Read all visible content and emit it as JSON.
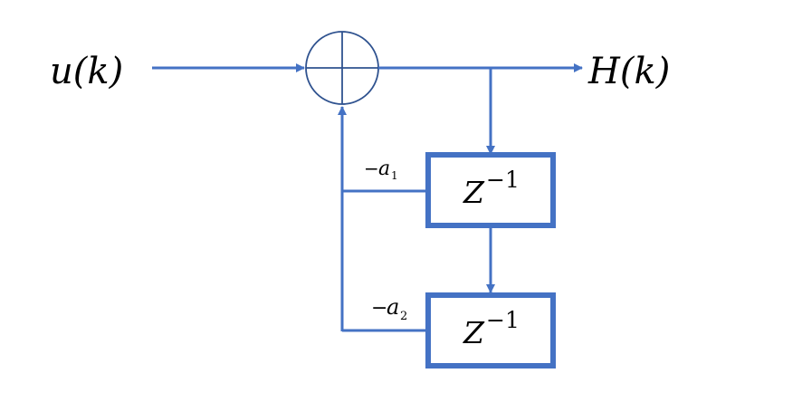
{
  "diagram": {
    "input_label": "u(k)",
    "output_label": "H(k)",
    "delay_block_1": {
      "base": "Z",
      "exponent": "−1"
    },
    "delay_block_2": {
      "base": "Z",
      "exponent": "−1"
    },
    "gain_1": {
      "sign": "−",
      "symbol": "a",
      "subscript": "1"
    },
    "gain_2": {
      "sign": "−",
      "symbol": "a",
      "subscript": "2"
    },
    "colors": {
      "line": "#4472c4",
      "text": "#000000",
      "background": "#ffffff"
    }
  }
}
